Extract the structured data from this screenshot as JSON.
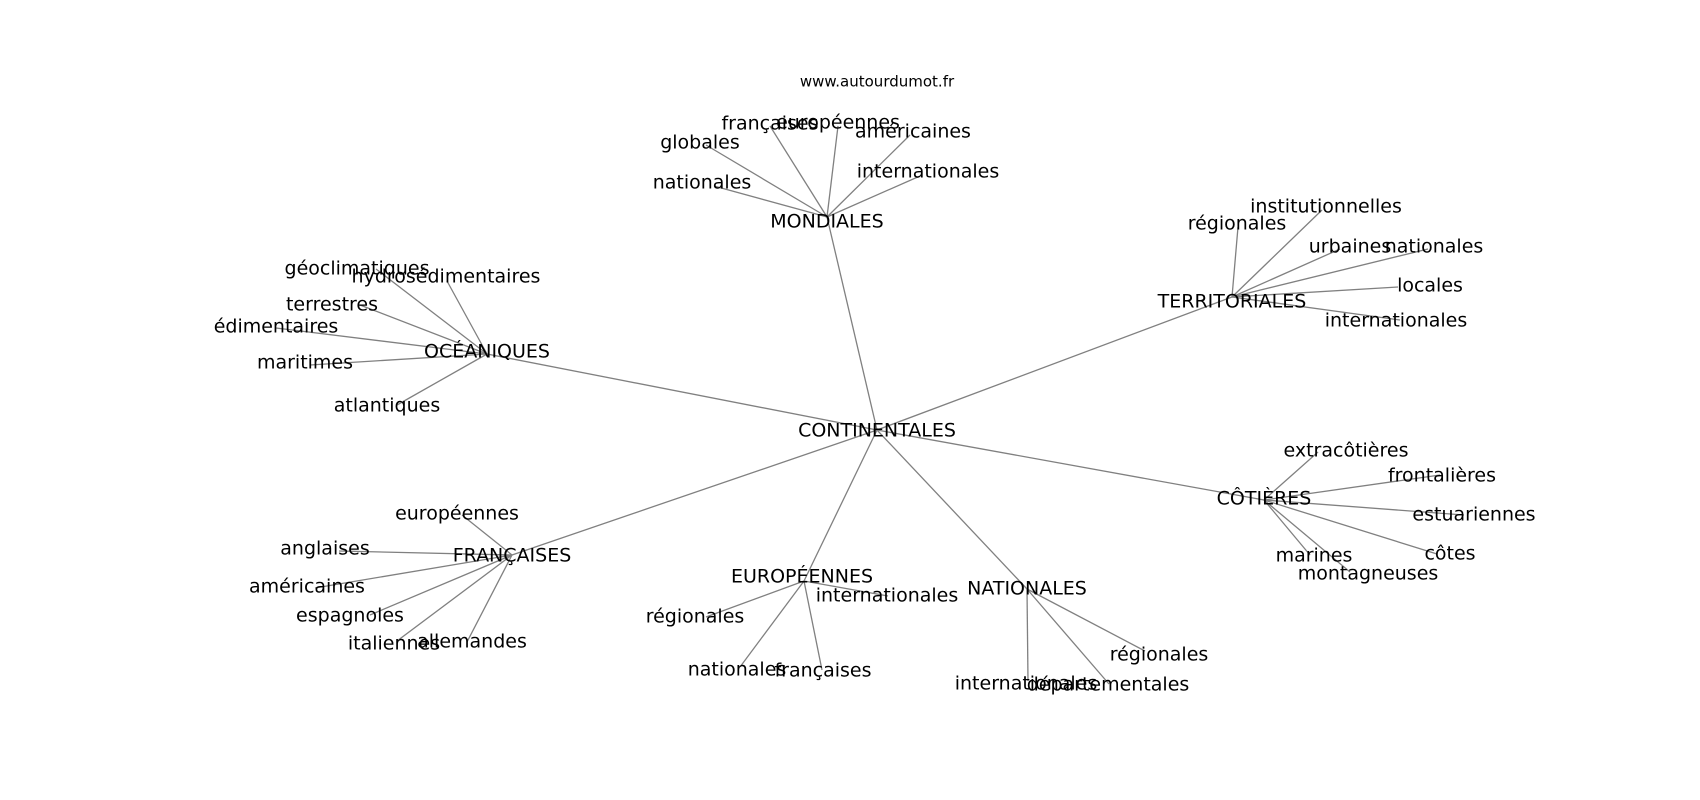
{
  "source": "www.autourdumot.fr",
  "center": "CONTINENTALES",
  "groups": [
    {
      "label": "MONDIALES",
      "words": [
        "françaises",
        "européennes",
        "américaines",
        "globales",
        "internationales",
        "nationales"
      ]
    },
    {
      "label": "TERRITORIALES",
      "words": [
        "institutionnelles",
        "régionales",
        "urbaines",
        "nationales",
        "locales",
        "internationales"
      ]
    },
    {
      "label": "OCÉANIQUES",
      "words": [
        "géoclimatiques",
        "hydrosédimentaires",
        "terrestres",
        "édimentaires",
        "maritimes",
        "atlantiques"
      ]
    },
    {
      "label": "CÔTIÈRES",
      "words": [
        "extracôtières",
        "frontalières",
        "estuariennes",
        "côtes",
        "marines",
        "montagneuses"
      ]
    },
    {
      "label": "FRANÇAISES",
      "words": [
        "européennes",
        "anglaises",
        "américaines",
        "espagnoles",
        "italiennes",
        "allemandes"
      ]
    },
    {
      "label": "EUROPÉENNES",
      "words": [
        "internationales",
        "régionales",
        "nationales",
        "françaises"
      ]
    },
    {
      "label": "NATIONALES",
      "words": [
        "régionales",
        "internationales",
        "départementales"
      ]
    }
  ]
}
